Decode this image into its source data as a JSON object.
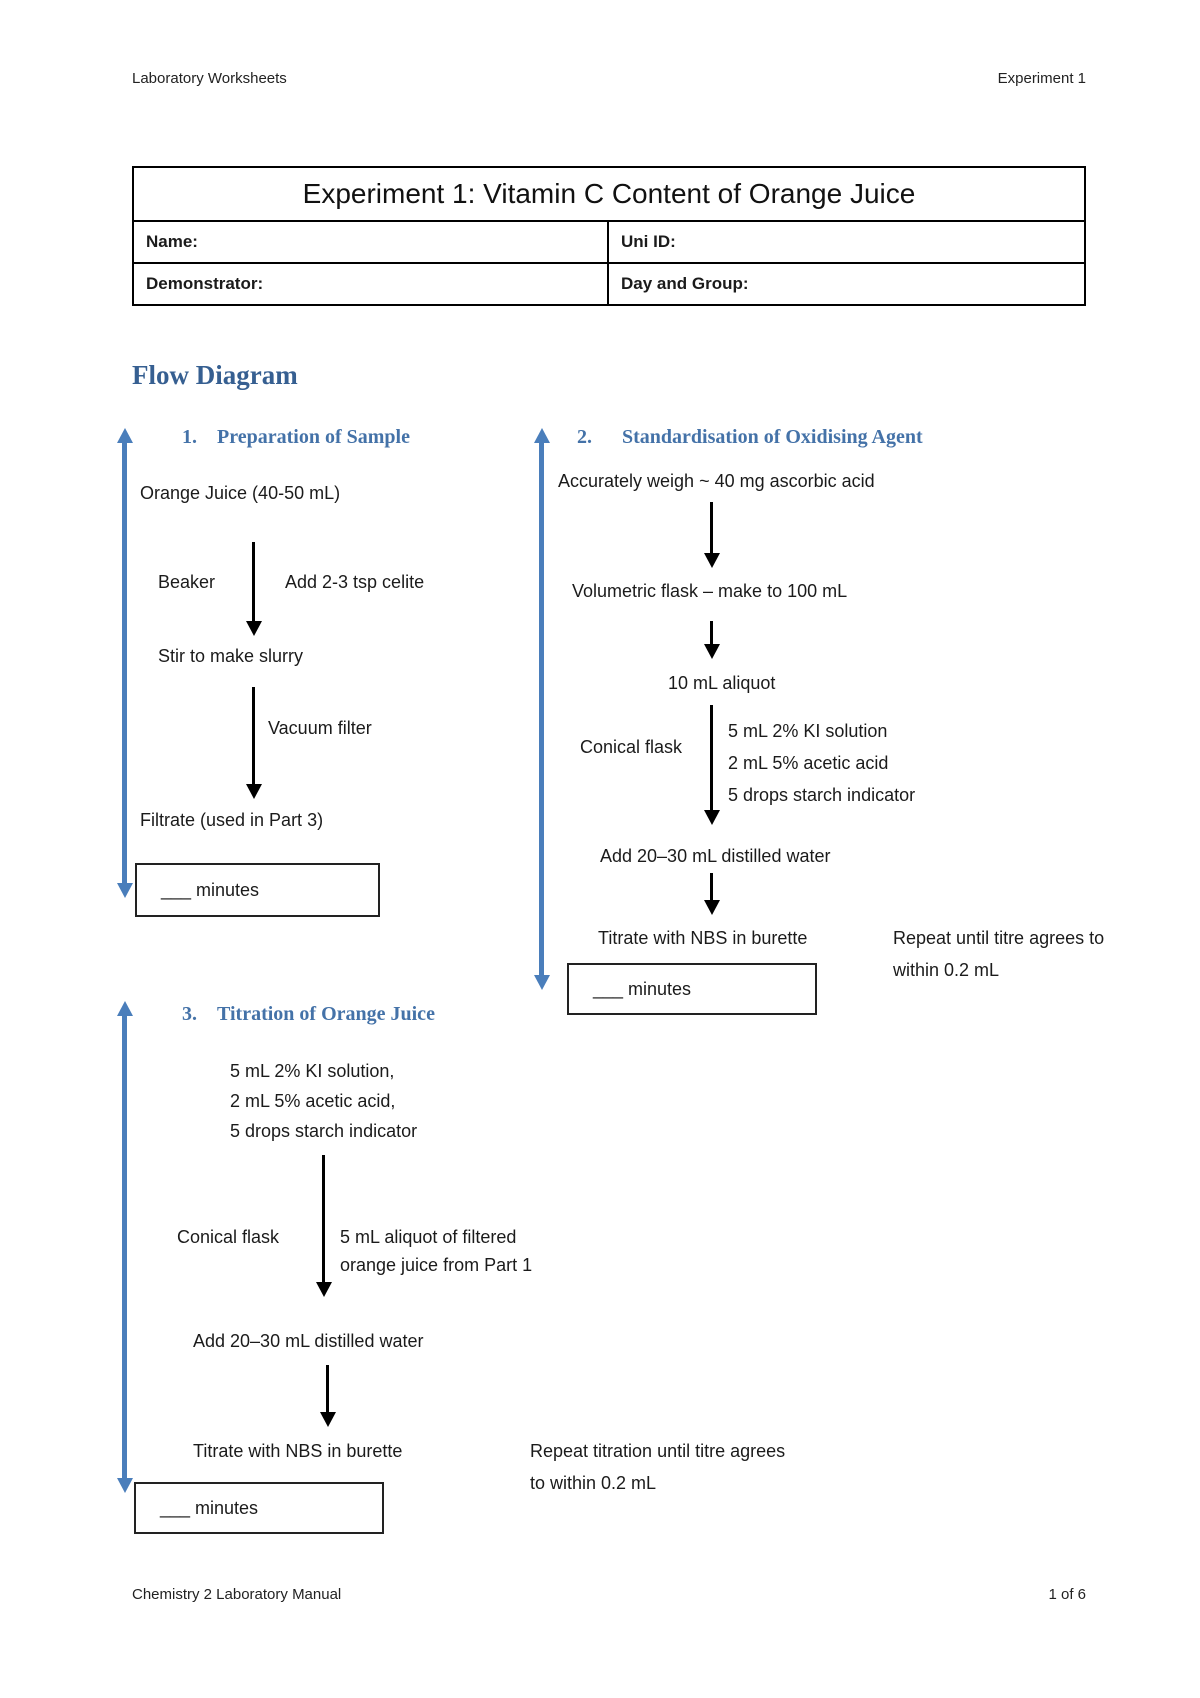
{
  "page_header": {
    "left": "Laboratory Worksheets",
    "right": "Experiment 1"
  },
  "page_footer": {
    "left": "Chemistry 2 Laboratory Manual",
    "right": "1 of 6"
  },
  "info_table": {
    "title": "Experiment 1: Vitamin C Content of Orange Juice",
    "fields": {
      "name": "Name:",
      "uni_id": "Uni ID:",
      "demonstrator": "Demonstrator:",
      "day_group": "Day and Group:"
    }
  },
  "flow": {
    "heading": "Flow Diagram",
    "sections": {
      "s1": {
        "number": "1.",
        "title": "Preparation of Sample",
        "start": "Orange Juice (40-50 mL)",
        "vessel_label": "Beaker",
        "add_label": "Add 2-3 tsp celite",
        "step2": "Stir to make slurry",
        "filter_label": "Vacuum filter",
        "result": "Filtrate (used in Part 3)",
        "time_box": "___ minutes"
      },
      "s2": {
        "number": "2.",
        "title": "Standardisation of Oxidising Agent",
        "start": "Accurately weigh ~ 40 mg ascorbic acid",
        "step2": "Volumetric flask – make to 100 mL",
        "step3": "10 mL aliquot",
        "flask_label": "Conical flask",
        "reagents": [
          "5 mL 2% KI solution",
          "2 mL 5% acetic acid",
          "5 drops starch indicator"
        ],
        "step4": "Add 20–30 mL distilled water",
        "step5": "Titrate with NBS in burette",
        "note_line1": "Repeat until titre agrees to",
        "note_line2": "within 0.2 mL",
        "time_box": "___ minutes"
      },
      "s3": {
        "number": "3.",
        "title": "Titration of Orange Juice",
        "reagents": [
          "5 mL 2% KI solution,",
          "2 mL 5% acetic acid,",
          "5 drops starch indicator"
        ],
        "flask_label": "Conical flask",
        "aliquot_line1": "5 mL aliquot of filtered",
        "aliquot_line2": "orange juice from Part 1",
        "step2": "Add 20–30 mL distilled water",
        "step3": "Titrate with NBS in burette",
        "note_line1": "Repeat titration until titre agrees",
        "note_line2": "to within 0.2 mL",
        "time_box": "___ minutes"
      }
    }
  },
  "colors": {
    "main_heading_blue": "#365f91",
    "section_heading_blue": "#4472a8",
    "arrow_blue": "#4a7ebb",
    "text_black": "#1b1b1b"
  }
}
